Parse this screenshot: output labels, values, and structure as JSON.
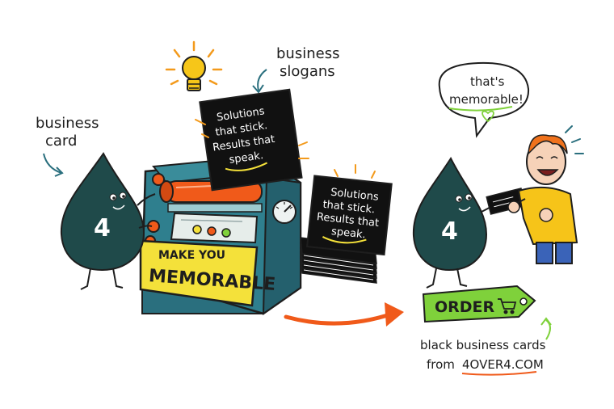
{
  "labels": {
    "business_slogans_line1": "business",
    "business_slogans_line2": "slogans",
    "business_card_line1": "business",
    "business_card_line2": "card"
  },
  "slogan_card": {
    "line1": "Solutions",
    "line2": "that stick.",
    "line3": "Results that",
    "line4": "speak."
  },
  "printer_panel": {
    "line1": "MAKE YOU",
    "line2": "MEMORABLE"
  },
  "mascot": {
    "number": "4"
  },
  "speech_bubble": {
    "line1": "that's",
    "line2": "memorable!"
  },
  "order_tag": {
    "label": "ORDER"
  },
  "caption": {
    "line1": "black business cards",
    "line2_prefix": "from",
    "brand": "4OVER4.COM"
  },
  "colors": {
    "teal_body": "#2a6f7e",
    "mascot_dark": "#1f4a4a",
    "yellow_panel": "#f4e13a",
    "orange_accent": "#f05a1a",
    "green_tag": "#7fd13b",
    "card_black": "#111111"
  },
  "icons": [
    "lightbulb-icon",
    "cart-icon",
    "heart-icon",
    "gauge-icon",
    "arrow-icon"
  ]
}
